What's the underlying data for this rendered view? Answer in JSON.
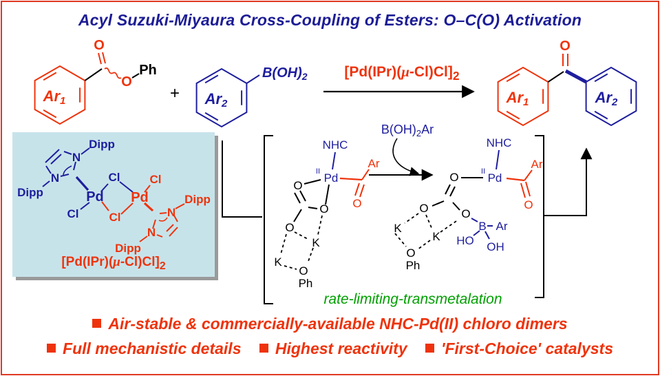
{
  "title": "Acyl Suzuki-Miyaura Cross-Coupling of Esters: O–C(O) Activation",
  "colors": {
    "red": "#ee330c",
    "blue": "#1e1e9e",
    "green": "#00a000",
    "box_bg": "#c7e3ea",
    "frame": "#e03822"
  },
  "atoms": {
    "O": "O",
    "K": "K",
    "Ph": "Ph",
    "Cl": "Cl",
    "Pd": "Pd",
    "N": "N",
    "NHC": "NHC",
    "Ar": "Ar",
    "B": "B",
    "HO": "HO",
    "OH": "OH",
    "Dipp": "Dipp",
    "II": "II",
    "plus": "+"
  },
  "subs": {
    "one": "1",
    "two": "2"
  },
  "labels": {
    "boronic_group": "B(OH)",
    "boh2ar_pre": "B(OH)",
    "boh2ar_sub": "2",
    "boh2ar_post": "Ar",
    "catalyst_pre": "[Pd(IPr)(",
    "catalyst_mu": "μ",
    "catalyst_post": "-Cl)Cl]",
    "catalyst_sub": "2",
    "mech_caption": "rate-limiting-transmetalation"
  },
  "bullets": {
    "line1": "Air-stable & commercially-available NHC-Pd(II) chloro dimers",
    "line2a": "Full mechanistic details",
    "line2b": "Highest reactivity",
    "line2c": "'First-Choice' catalysts"
  }
}
